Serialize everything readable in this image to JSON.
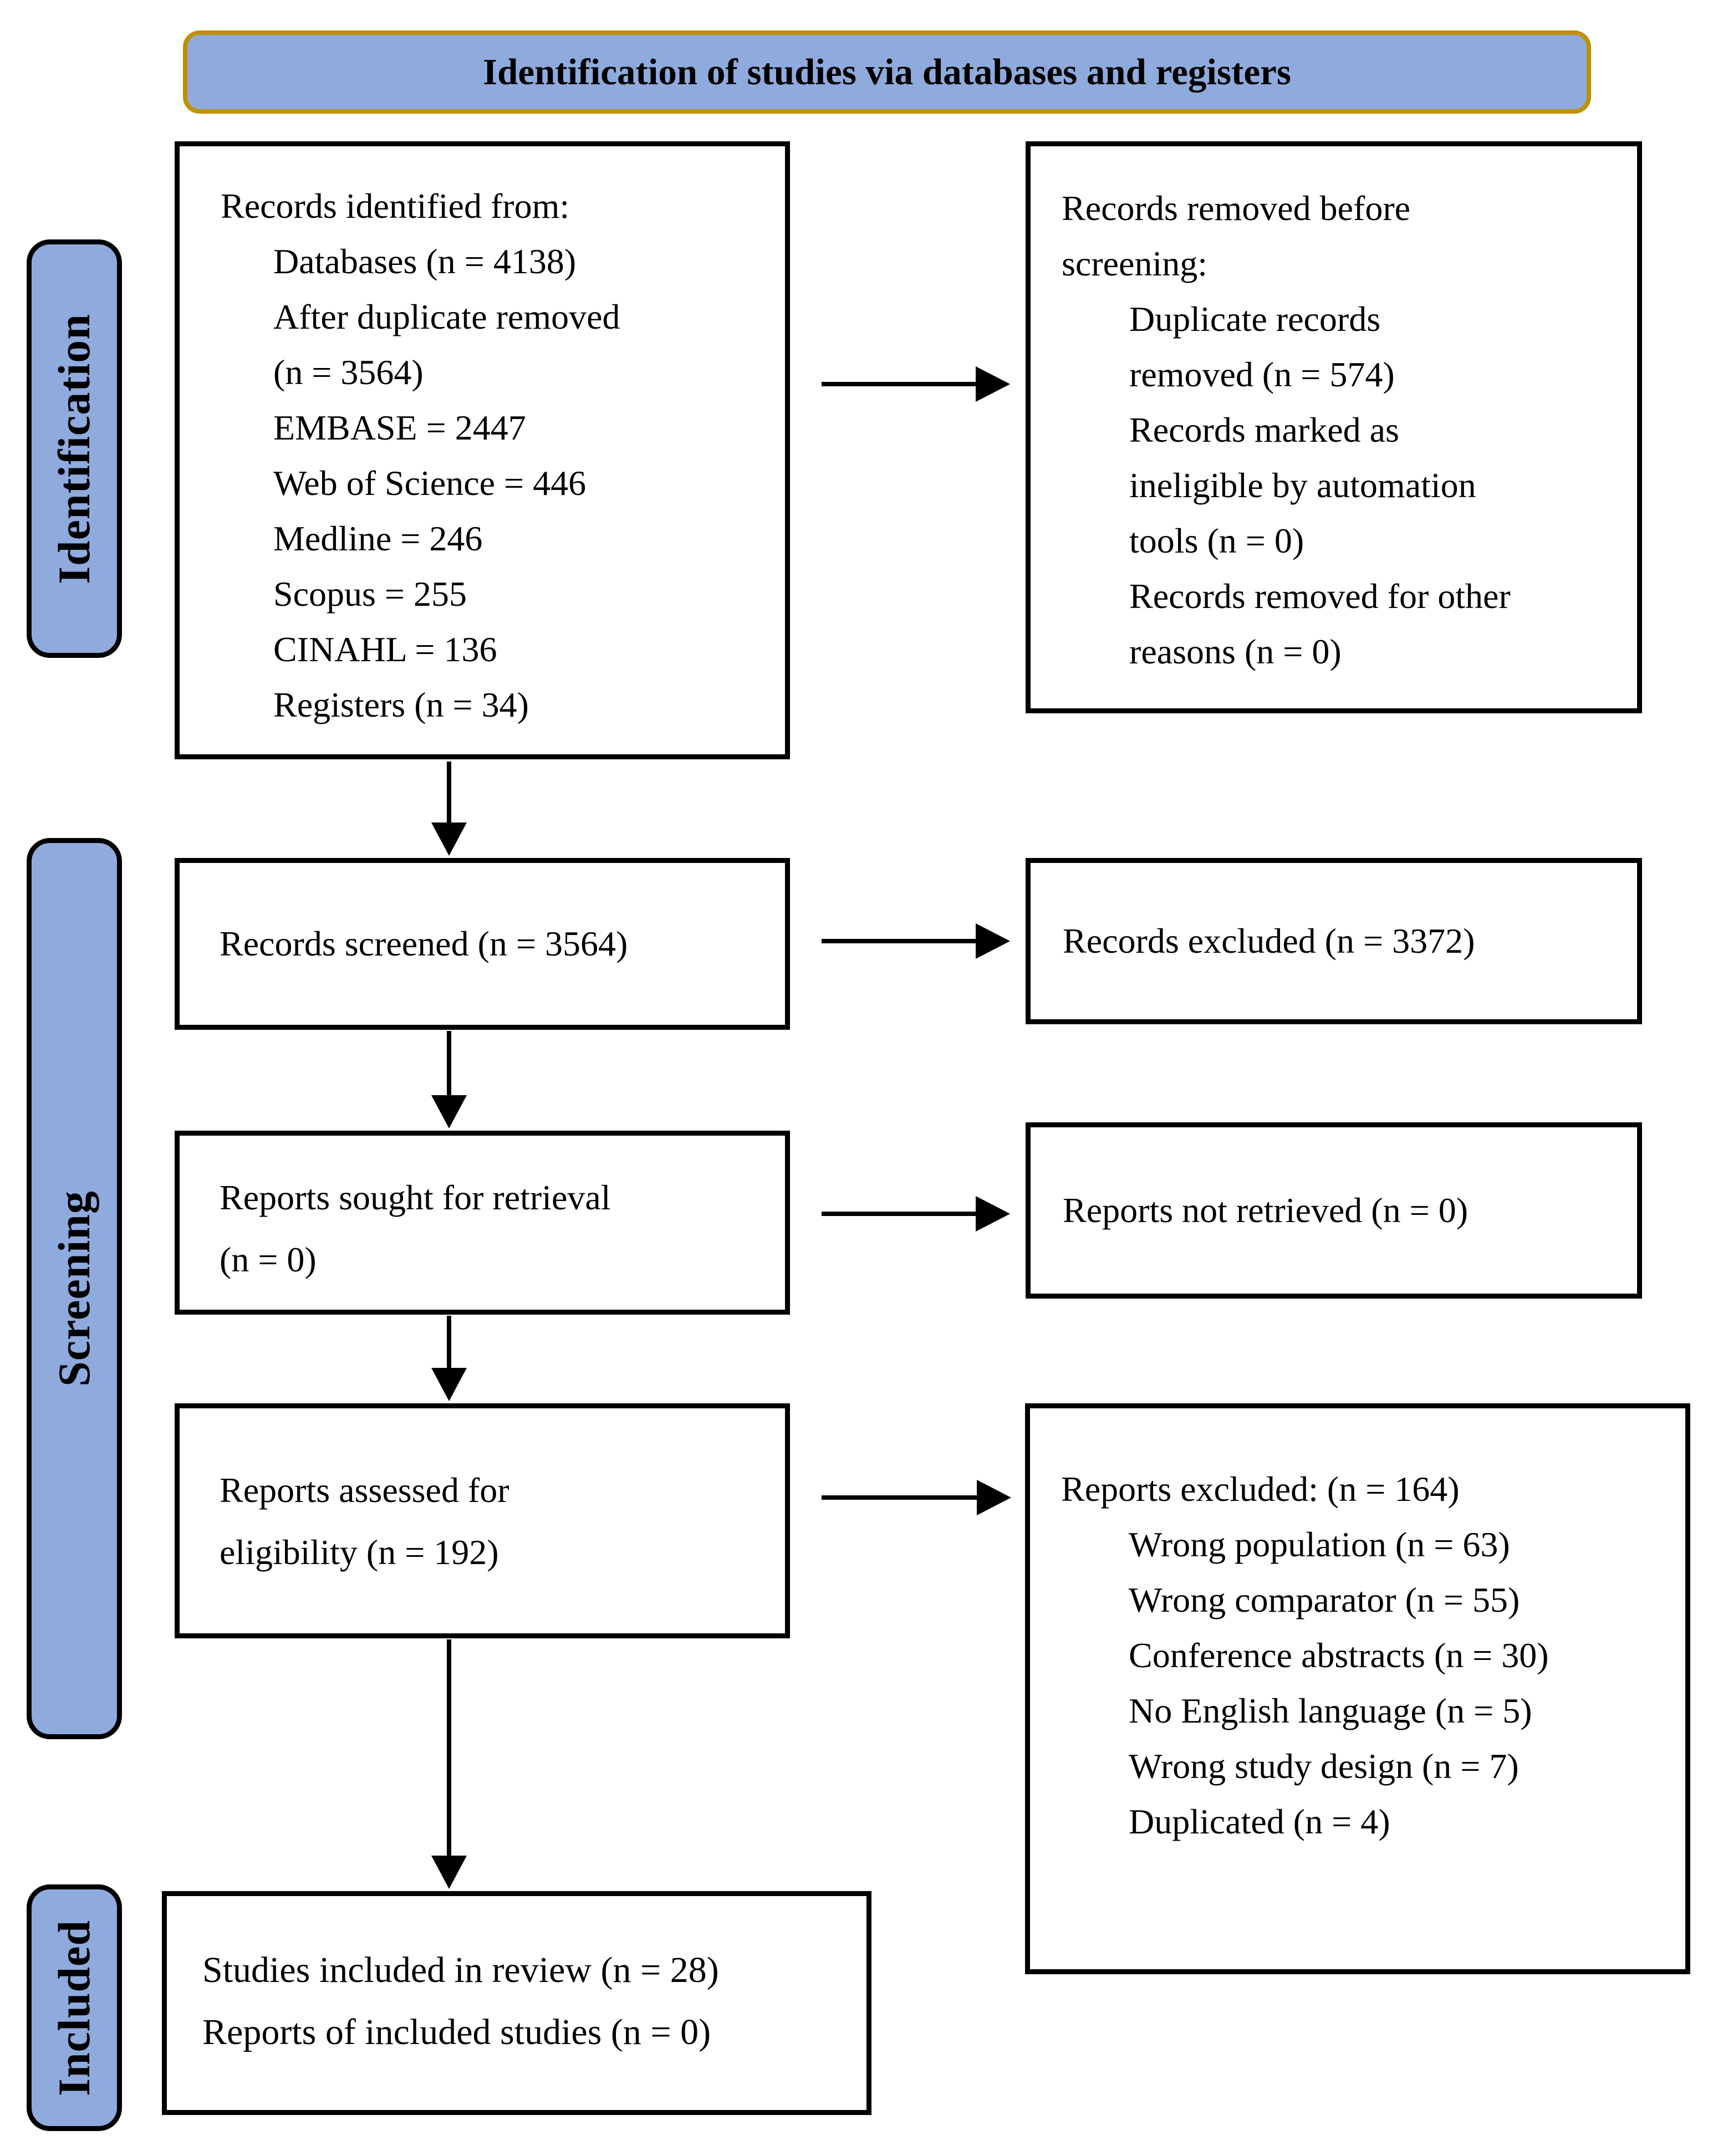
{
  "banner": {
    "title": "Identification of studies via databases and registers"
  },
  "colors": {
    "panel_blue": "#8FAADC",
    "banner_border_gold": "#BF9000",
    "box_border_black": "#000000"
  },
  "icons": {
    "arrow_right_icon": "→",
    "arrow_down_icon": "↓"
  },
  "sidebar": {
    "identification": "Identification",
    "screening": "Screening",
    "included": "Included"
  },
  "boxes": {
    "records_identified": {
      "lines": [
        "Records identified from:",
        "Databases (n = 4138)",
        "After duplicate removed",
        "(n = 3564)",
        "EMBASE = 2447",
        "Web of Science = 446",
        "Medline = 246",
        "Scopus = 255",
        "CINAHL = 136",
        "Registers (n = 34)"
      ]
    },
    "records_removed": {
      "lines": [
        "Records removed before",
        "screening:",
        "Duplicate records",
        "removed  (n = 574)",
        "Records marked as",
        "ineligible by automation",
        "tools (n = 0)",
        "Records removed for other",
        "reasons (n = 0)"
      ]
    },
    "records_screened": {
      "text": "Records screened (n = 3564)"
    },
    "records_excluded": {
      "text": "Records excluded (n = 3372)"
    },
    "reports_sought": {
      "lines": [
        "Reports sought for retrieval",
        "(n = 0)"
      ]
    },
    "reports_not_retrieved": {
      "text": "Reports not retrieved (n = 0)"
    },
    "reports_assessed": {
      "lines": [
        "Reports assessed for",
        "eligibility (n = 192)"
      ]
    },
    "reports_excluded": {
      "lines": [
        "Reports excluded: (n = 164)",
        "Wrong population (n = 63)",
        "Wrong comparator (n = 55)",
        "Conference abstracts (n = 30)",
        "No English language (n = 5)",
        "Wrong study design (n = 7)",
        "Duplicated (n = 4)"
      ]
    },
    "studies_included": {
      "lines": [
        "Studies included in review (n = 28)",
        "Reports of included studies (n = 0)"
      ]
    }
  }
}
